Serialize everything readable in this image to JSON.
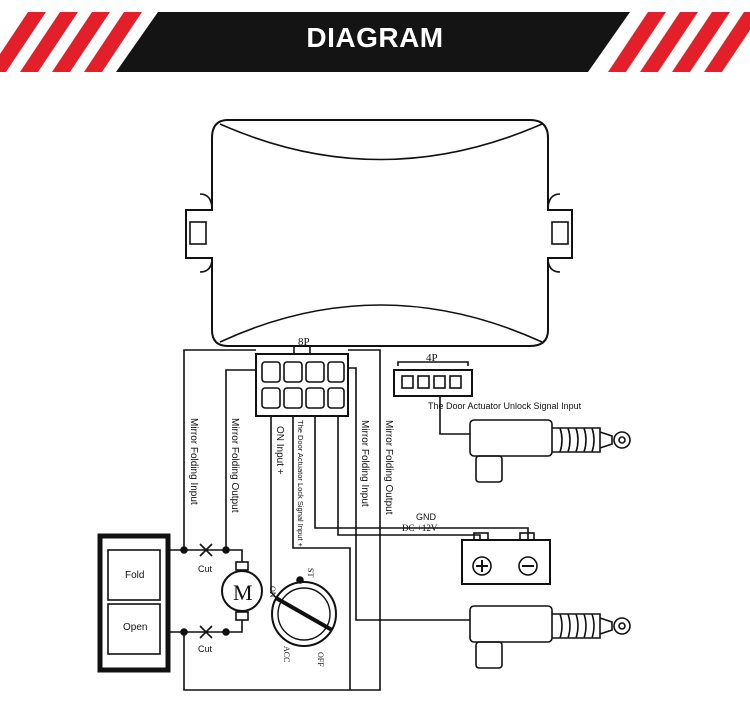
{
  "banner": {
    "title": "DIAGRAM"
  },
  "connectors": {
    "eight_pin": "8P",
    "four_pin": "4P"
  },
  "wires": {
    "mirror_folding_input_left": "Mirror Folding Input",
    "mirror_folding_output_left": "Mirror Folding Output",
    "on_input": "ON Input  +",
    "door_lock_input": "The Door Actuator Lock Signal Input +",
    "mirror_folding_input_right": "Mirror Folding Input",
    "mirror_folding_output_right": "Mirror Folding Output",
    "unlock_input": "The Door Actuator Unlock Signal Input",
    "gnd": "GND",
    "dc": "DC  +12V"
  },
  "switch_panel": {
    "fold": "Fold",
    "open": "Open"
  },
  "cut_labels": {
    "top": "Cut",
    "bottom": "Cut"
  },
  "motor": {
    "label": "M"
  },
  "ignition": {
    "off": "OFF",
    "acc": "ACC",
    "on": "ON",
    "start": "ST"
  },
  "colors": {
    "banner_black": "#141414",
    "stripe_red": "#e3202a",
    "line": "#111111"
  }
}
